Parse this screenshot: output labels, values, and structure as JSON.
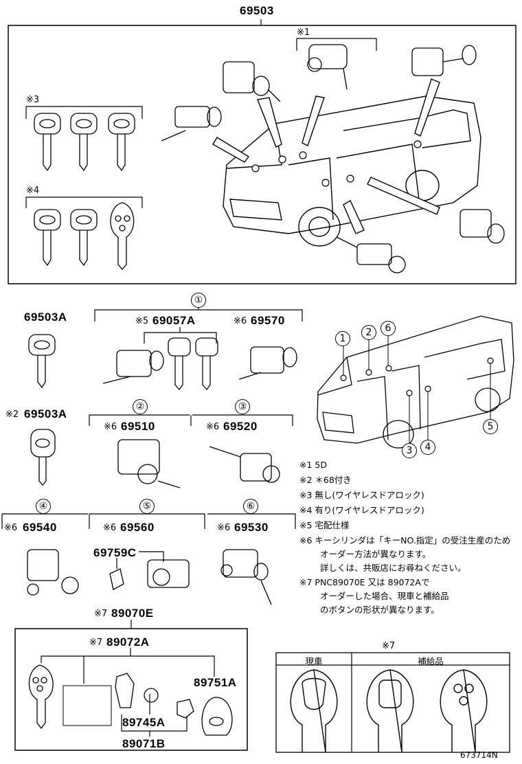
{
  "main_assembly": {
    "part_no": "69503"
  },
  "top_box": {
    "group_marks": [
      "※1",
      "※3",
      "※4"
    ]
  },
  "parts": {
    "p69503A": "69503A",
    "p69503A_2": {
      "mark": "※2",
      "no": "69503A"
    },
    "p69057A": {
      "mark": "※5",
      "no": "69057A"
    },
    "p69570": {
      "mark": "※6",
      "no": "69570"
    },
    "p69510": {
      "mark": "※6",
      "no": "69510"
    },
    "p69520": {
      "mark": "※6",
      "no": "69520"
    },
    "p69540": {
      "mark": "※6",
      "no": "69540"
    },
    "p69560": {
      "mark": "※6",
      "no": "69560"
    },
    "p69530": {
      "mark": "※6",
      "no": "69530"
    },
    "p69759C": "69759C",
    "p89070E": {
      "mark": "※7",
      "no": "89070E"
    },
    "p89072A": {
      "mark": "※7",
      "no": "89072A"
    },
    "p89751A": "89751A",
    "p89745A": "89745A",
    "p89071B": "89071B"
  },
  "circle_labels": [
    "①",
    "②",
    "③",
    "④",
    "⑤",
    "⑥"
  ],
  "van_callouts": [
    "1",
    "2",
    "6",
    "3",
    "4",
    "5"
  ],
  "notes": [
    "※1 5D",
    "※2 ＊68付き",
    "※3 無し(ワイヤレスドアロック)",
    "※4 有り(ワイヤレスドアロック)",
    "※5 宅配仕様",
    "※6 キーシリンダは「キーNO.指定」の受注生産のため",
    "オーダー方法が異なります。",
    "詳しくは、共販店にお尋ねください。",
    "※7 PNC89070E 又は 89072Aで",
    "オーダーした場合、現車と補給品",
    "のボタンの形状が異なります。"
  ],
  "comparison": {
    "mark": "※7",
    "col_current": "現車",
    "col_supply": "補給品"
  },
  "figure_id": "673714N"
}
